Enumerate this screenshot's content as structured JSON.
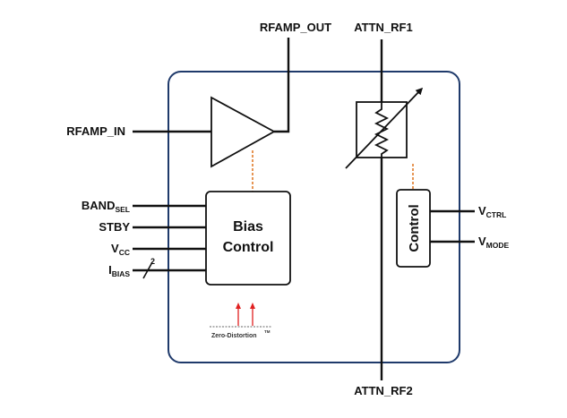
{
  "pins": {
    "rfamp_out": "RFAMP_OUT",
    "attn_rf1": "ATTN_RF1",
    "attn_rf2": "ATTN_RF2",
    "rfamp_in": "RFAMP_IN",
    "band_sel": {
      "main": "BAND",
      "sub": "SEL"
    },
    "stby": "STBY",
    "vcc": {
      "main": "V",
      "sub": "CC"
    },
    "ibias": {
      "main": "I",
      "sub": "BIAS"
    },
    "ibias_bus_width": "2",
    "vctrl": {
      "main": "V",
      "sub": "CTRL"
    },
    "vmode": {
      "main": "V",
      "sub": "MODE"
    }
  },
  "blocks": {
    "bias_control": {
      "line1": "Bias",
      "line2": "Control"
    },
    "control": "Control"
  },
  "logo": {
    "text": "Zero-Distortion",
    "tm": "TM"
  },
  "colors": {
    "outline": "#1f3a6b",
    "link": "#e07b2a",
    "logo_arrow": "#e02020",
    "wire": "#111111"
  }
}
